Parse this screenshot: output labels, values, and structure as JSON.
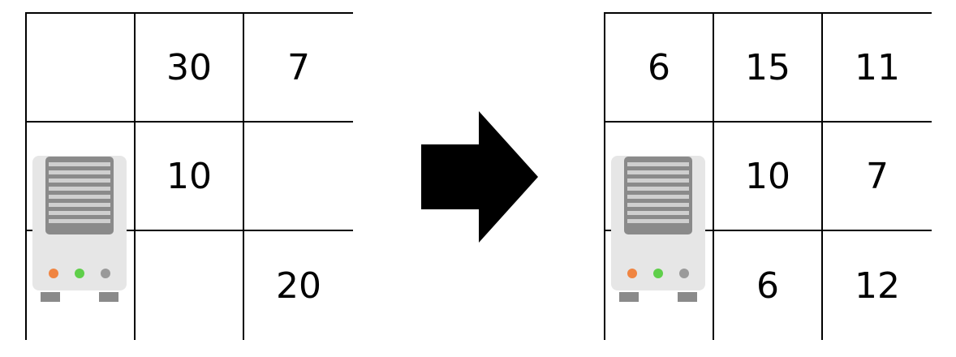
{
  "before": {
    "cells": [
      "",
      "30",
      "7",
      "",
      "10",
      "",
      "",
      "",
      "20"
    ]
  },
  "after": {
    "cells": [
      "6",
      "15",
      "11",
      "",
      "10",
      "7",
      "",
      "6",
      "12"
    ]
  },
  "machine": {
    "icon": "machine-icon",
    "lights": [
      "#f08542",
      "#5fcf4a",
      "#9a9a9a"
    ],
    "body_color": "#e6e6e6",
    "vent_color": "#8a8a8a"
  },
  "arrow": {
    "icon": "right-arrow-icon",
    "color": "#000000"
  }
}
